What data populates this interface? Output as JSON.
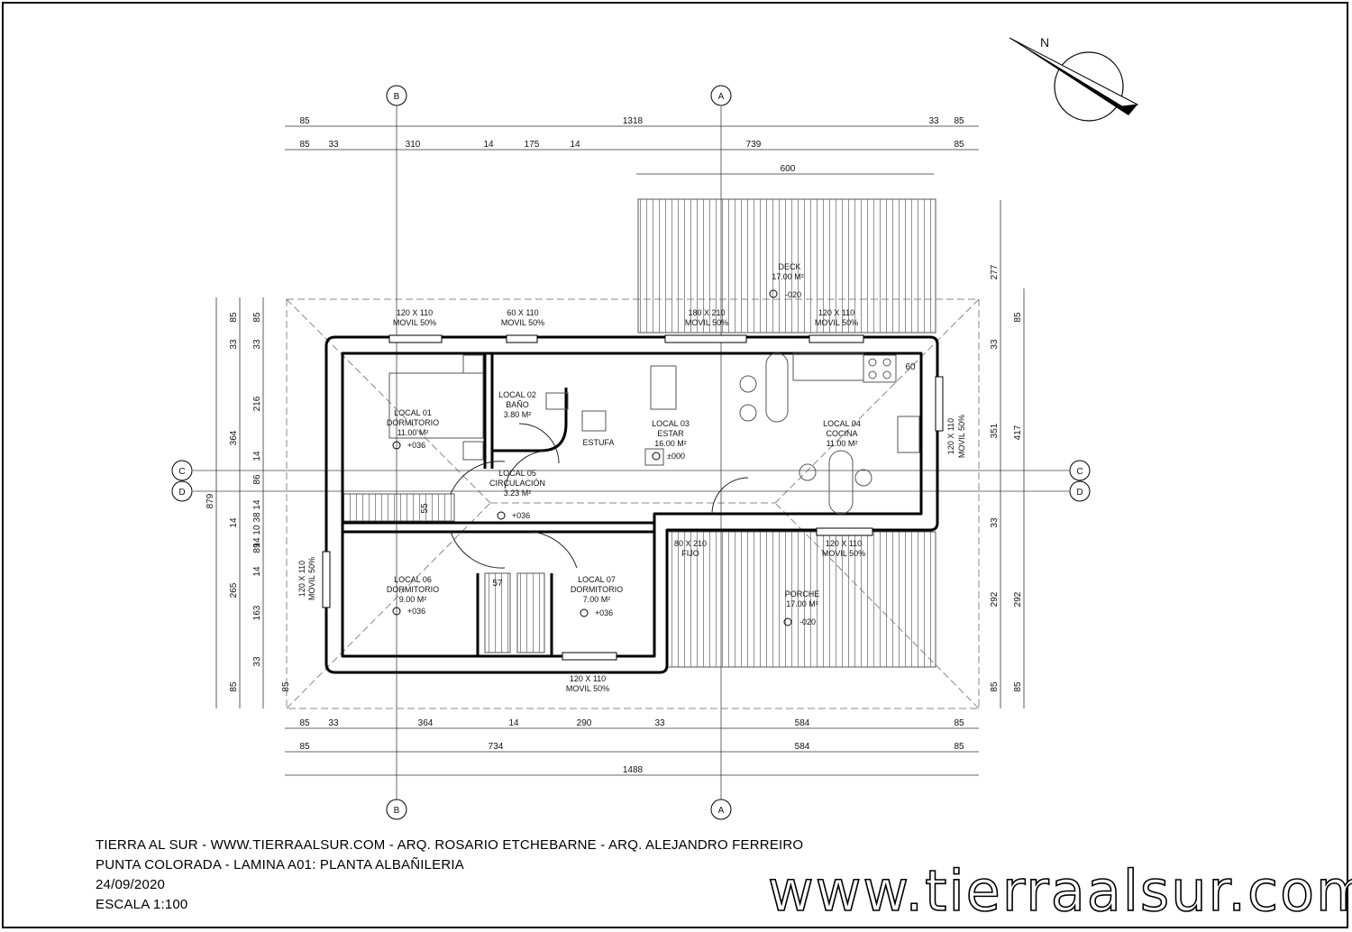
{
  "drawing": {
    "north_label": "N",
    "axes": {
      "a": "A",
      "b": "B",
      "c": "C",
      "d": "D"
    },
    "dims_top": {
      "row1": [
        "85",
        "1318",
        "33",
        "85"
      ],
      "row2": [
        "85",
        "33",
        "310",
        "14",
        "175",
        "14",
        "739",
        "85"
      ],
      "deck": "600"
    },
    "dims_bottom": {
      "row1": [
        "85",
        "33",
        "364",
        "14",
        "290",
        "33",
        "584",
        "85"
      ],
      "row2": [
        "85",
        "734",
        "584",
        "85"
      ],
      "total": "1488"
    },
    "dims_left": {
      "outer": "879",
      "row1": [
        "85",
        "33",
        "364",
        "14",
        "265",
        "85"
      ],
      "row2": [
        "85",
        "33",
        "216",
        "14",
        "86",
        "14",
        "38",
        "10",
        "14",
        "89",
        "14",
        "163",
        "33"
      ],
      "bottom": "85"
    },
    "dims_right": {
      "row1": [
        "277",
        "33",
        "351",
        "33",
        "292",
        "85"
      ],
      "row2": [
        "85",
        "417",
        "292",
        "85"
      ]
    },
    "inner_dims": {
      "d60": "60",
      "d55": "55",
      "d57": "57"
    },
    "rooms": [
      {
        "name": "LOCAL 01",
        "use": "DORMITORIO",
        "area": "11.00 M²",
        "level": "+036"
      },
      {
        "name": "LOCAL 02",
        "use": "BAÑO",
        "area": "3.80 M²"
      },
      {
        "name": "LOCAL 03",
        "use": "ESTAR",
        "area": "16.00 M²",
        "level": "±000"
      },
      {
        "name": "LOCAL 04",
        "use": "COCINA",
        "area": "11.00 M²"
      },
      {
        "name": "LOCAL 05",
        "use": "CIRCULACIÓN",
        "area": "3.23 M²",
        "level": "+036"
      },
      {
        "name": "LOCAL 06",
        "use": "DORMITORIO",
        "area": "9.00 M²",
        "level": "+036"
      },
      {
        "name": "LOCAL 07",
        "use": "DORMITORIO",
        "area": "7.00 M²",
        "level": "+036"
      }
    ],
    "exterior": {
      "deck": {
        "name": "DECK",
        "area": "17.00 M²",
        "level": "-020"
      },
      "porche": {
        "name": "PORCHE",
        "area": "17.00 M²",
        "level": "-020"
      }
    },
    "estufa": "ESTUFA",
    "windows": {
      "w1": [
        "120 X 110",
        "MOVIL 50%"
      ],
      "w2": [
        "60 X 110",
        "MOVIL 50%"
      ],
      "w3": [
        "180 X 210",
        "MOVIL 50%"
      ],
      "w4": [
        "120 X 110",
        "MOVIL 50%"
      ],
      "w5": [
        "120 X 110",
        "MOVIL 50%"
      ],
      "w6": [
        "120 X 110",
        "MOVIL 50%"
      ],
      "w7": [
        "80 X 210",
        "FIJO"
      ],
      "w8": [
        "120 X 110",
        "MOVIL 50%"
      ],
      "w9": [
        "120 X 110",
        "MOVIL 50%"
      ]
    }
  },
  "title_block": {
    "line1": "TIERRA AL SUR - WWW.TIERRAALSUR.COM - ARQ. ROSARIO ETCHEBARNE - ARQ. ALEJANDRO FERREIRO",
    "line2": "PUNTA COLORADA - LAMINA A01: PLANTA ALBAÑILERIA",
    "line3": "24/09/2020",
    "line4": "ESCALA 1:100"
  },
  "watermark": "www.tierraalsur.com"
}
